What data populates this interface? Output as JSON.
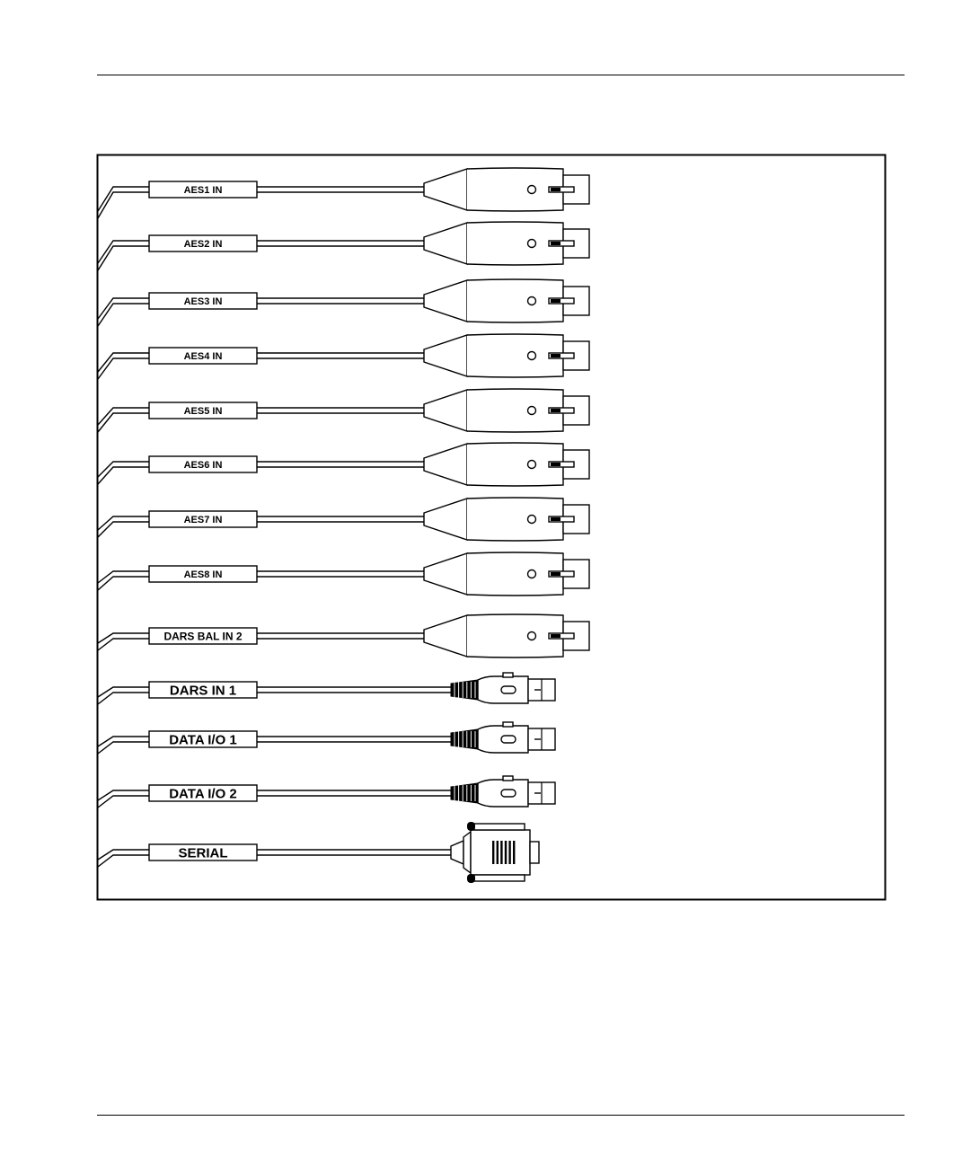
{
  "cables": [
    {
      "label": "AES1 IN",
      "connector": "xlr"
    },
    {
      "label": "AES2 IN",
      "connector": "xlr"
    },
    {
      "label": "AES3 IN",
      "connector": "xlr"
    },
    {
      "label": "AES4 IN",
      "connector": "xlr"
    },
    {
      "label": "AES5 IN",
      "connector": "xlr"
    },
    {
      "label": "AES6 IN",
      "connector": "xlr"
    },
    {
      "label": "AES7 IN",
      "connector": "xlr"
    },
    {
      "label": "AES8 IN",
      "connector": "xlr"
    },
    {
      "label": "DARS BAL IN 2",
      "connector": "xlr"
    },
    {
      "label": "DARS IN 1",
      "connector": "bnc"
    },
    {
      "label": "DATA I/O 1",
      "connector": "bnc"
    },
    {
      "label": "DATA I/O 2",
      "connector": "bnc"
    },
    {
      "label": "SERIAL",
      "connector": "dsub"
    }
  ]
}
